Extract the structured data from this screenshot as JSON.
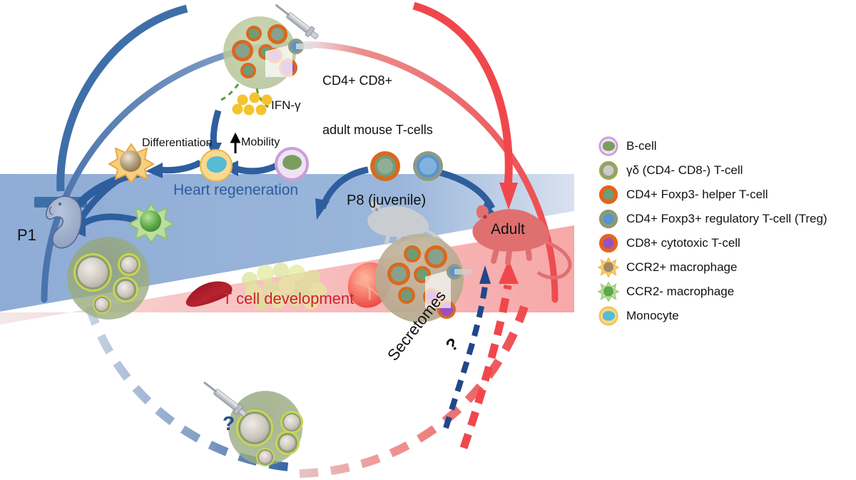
{
  "figure": {
    "title_text_elements": {
      "heart_regeneration": "Heart regeneration",
      "t_cell_development": "T cell development",
      "p1": "P1",
      "p8": "P8 (juvenile)",
      "adult": "Adult",
      "ifn_gamma": "IFN-γ",
      "differentiation": "Differentiation",
      "mobility": "Mobility",
      "injected_cells_line1": "CD4+ CD8+",
      "injected_cells_line2": "adult mouse T-cells",
      "secretomes": "Secretomes",
      "secretomes_question": "?",
      "bottom_question": "?"
    },
    "colors": {
      "blue_band": "#8facd6",
      "red_band": "#f7a8a8",
      "arc_blue": "#4a72ad",
      "arc_red": "#ee4b50",
      "arrow_blue": "#2e5e9e",
      "arrow_red": "#f0474c",
      "heart_regeneration_text": "#2c5c9e",
      "t_cell_development_text": "#cf2030",
      "cluster_green": "#b9c79a",
      "cluster_tan": "#bbae94"
    }
  },
  "legend": {
    "items": [
      {
        "id": "b-cell",
        "label": "B-cell",
        "ring": "#c9a0d8",
        "cyto": "#efe2f5",
        "nucleus": "#7a9e5e"
      },
      {
        "id": "gd-t-cell",
        "label": "γδ (CD4- CD8-) T-cell",
        "ring": "#9aa84e",
        "cyto": "#8f9a86",
        "nucleus": "#cfcac2"
      },
      {
        "id": "cd4-foxp3-neg-helper-t-cell",
        "label": "CD4+ Foxp3- helper T-cell",
        "ring": "#e8621d",
        "cyto": "#d8691f",
        "nucleus": "#6f9c78"
      },
      {
        "id": "cd4-foxp3-pos-treg",
        "label": "CD4+ Foxp3+ regulatory T-cell (Treg)",
        "ring": "#8a9a6a",
        "cyto": "#8d9a84",
        "nucleus": "#5a93cf"
      },
      {
        "id": "cd8-cytotoxic-t-cell",
        "label": "CD8+ cytotoxic T-cell",
        "ring": "#e8621d",
        "cyto": "#d8691f",
        "nucleus": "#9b4fc4"
      },
      {
        "id": "ccr2-pos-macrophage",
        "label": "CCR2+ macrophage",
        "ring": "#f3b94b",
        "cyto": "#f8cf7c",
        "nucleus": "#a08a63"
      },
      {
        "id": "ccr2-neg-macrophage",
        "label": "CCR2- macrophage",
        "ring": "#9ccb7a",
        "cyto": "#bddda2",
        "nucleus": "#5aa84a"
      },
      {
        "id": "monocyte",
        "label": "Monocyte",
        "ring": "#f3c45a",
        "cyto": "#f8d98d",
        "nucleus": "#55bcd4"
      }
    ]
  }
}
